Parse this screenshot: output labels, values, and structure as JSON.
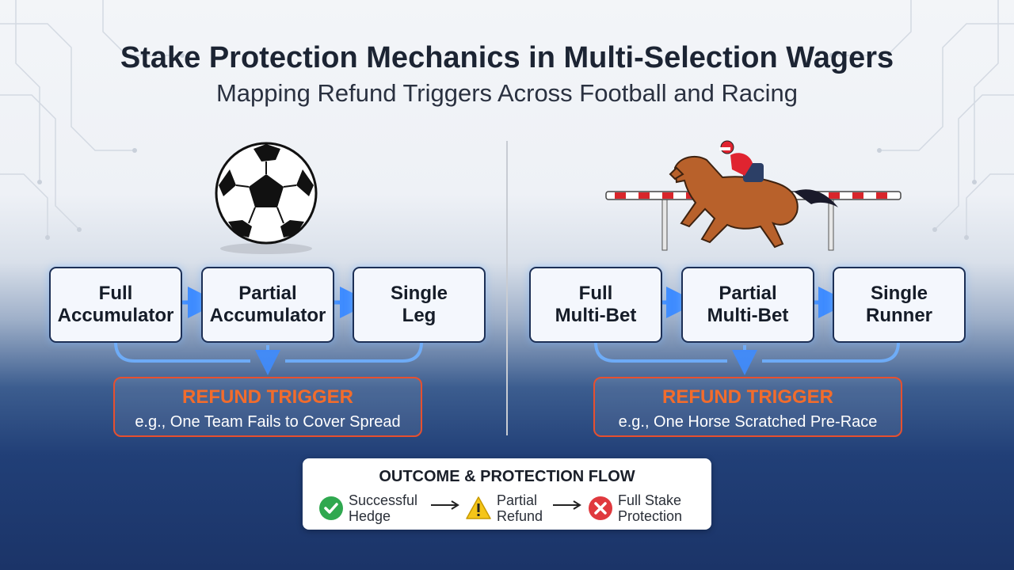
{
  "title": "Stake Protection Mechanics in Multi-Selection Wagers",
  "subtitle": "Mapping Refund Triggers Across Football and Racing",
  "football": {
    "steps": [
      "Full\nAccumulator",
      "Partial\nAccumulator",
      "Single\nLeg"
    ],
    "trigger_title": "REFUND TRIGGER",
    "trigger_example": "e.g., One Team Fails to Cover Spread"
  },
  "racing": {
    "steps": [
      "Full\nMulti-Bet",
      "Partial\nMulti-Bet",
      "Single\nRunner"
    ],
    "trigger_title": "REFUND TRIGGER",
    "trigger_example": "e.g., One Horse Scratched Pre-Race"
  },
  "outcome": {
    "title": "OUTCOME & PROTECTION FLOW",
    "items": [
      {
        "label": "Successful\nHedge",
        "icon": "check-circle-icon",
        "color": "#2fa84f"
      },
      {
        "label": "Partial\nRefund",
        "icon": "warning-triangle-icon",
        "color": "#f5c518"
      },
      {
        "label": "Full Stake\nProtection",
        "icon": "x-circle-icon",
        "color": "#e0393e"
      }
    ]
  },
  "colors": {
    "flow": "#3f8cff",
    "trigger_border": "#e6502f",
    "trigger_text": "#f26c2c"
  }
}
